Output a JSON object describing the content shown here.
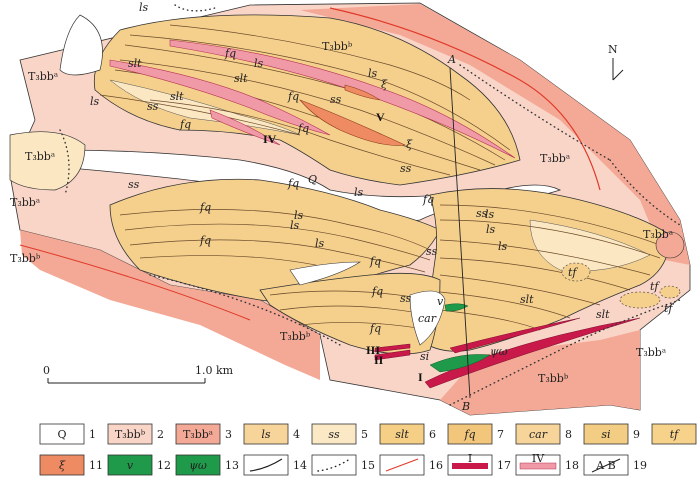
{
  "map": {
    "north": "N",
    "section_start": "A",
    "section_end": "B",
    "scale": {
      "start": "0",
      "end": "1.0 km"
    },
    "labels": [
      {
        "id": "ls-top",
        "text": "ls"
      },
      {
        "id": "t3bbb-top",
        "text": "T₃bbᵇ"
      },
      {
        "id": "t3bba-left-1",
        "text": "T₃bbᵃ"
      },
      {
        "id": "t3bba-left-2",
        "text": "T₃bbᵃ"
      },
      {
        "id": "t3bba-left-3",
        "text": "T₃bbᵃ"
      },
      {
        "id": "t3bba-right-1",
        "text": "T₃bbᵃ"
      },
      {
        "id": "t3bba-right-2",
        "text": "T₃bbᵃ"
      },
      {
        "id": "t3bba-right-3",
        "text": "T₃bbᵃ"
      },
      {
        "id": "t3bbb-left",
        "text": "T₃bbᵇ"
      },
      {
        "id": "t3bbb-bottom",
        "text": "T₃bbᵇ"
      },
      {
        "id": "t3bbb-bottom2",
        "text": "T₃bbᵇ"
      }
    ],
    "unit_labels": [
      "slt",
      "slt",
      "fq",
      "ls",
      "ls",
      "ss",
      "slt",
      "fq",
      "fq",
      "ss",
      "ss",
      "ss",
      "Q",
      "ls",
      "fq",
      "fq",
      "ls",
      "fq",
      "ls",
      "fq",
      "ls",
      "fq",
      "ss",
      "ss",
      "fq",
      "ls",
      "ls",
      "fq",
      "tf",
      "tf",
      "tf",
      "ss",
      "car",
      "v",
      "fq",
      "slt",
      "slt",
      "si",
      "ψω",
      "ξ",
      "ξ",
      "ls",
      "ls"
    ],
    "ore_bodies": [
      "I",
      "II",
      "III",
      "IV",
      "V"
    ]
  },
  "legend": [
    {
      "num": "1",
      "label": "Q",
      "color": "#ffffff",
      "italic": false
    },
    {
      "num": "2",
      "label": "T₃bbᵇ",
      "color": "#f9d5c8",
      "italic": false
    },
    {
      "num": "3",
      "label": "T₃bbᵃ",
      "color": "#f4a996",
      "italic": false
    },
    {
      "num": "4",
      "label": "ls",
      "color": "#f7d49a",
      "italic": true
    },
    {
      "num": "5",
      "label": "ss",
      "color": "#fbe9c6",
      "italic": true
    },
    {
      "num": "6",
      "label": "slt",
      "color": "#f5cf86",
      "italic": true
    },
    {
      "num": "7",
      "label": "fq",
      "color": "#f2c77c",
      "italic": true
    },
    {
      "num": "8",
      "label": "car",
      "color": "#f6d49a",
      "italic": true
    },
    {
      "num": "9",
      "label": "si",
      "color": "#f3cd83",
      "italic": true
    },
    {
      "num": "10",
      "label": "tf",
      "color": "#f6d28a",
      "italic": true
    },
    {
      "num": "11",
      "label": "ξ",
      "color": "#ef8b62",
      "italic": true
    },
    {
      "num": "12",
      "label": "v",
      "color": "#1f9a4a",
      "italic": true
    },
    {
      "num": "13",
      "label": "ψω",
      "color": "#1f9a4a",
      "italic": true
    },
    {
      "num": "14",
      "label": "",
      "color": "#ffffff",
      "italic": false
    },
    {
      "num": "15",
      "label": "",
      "color": "#ffffff",
      "italic": false
    },
    {
      "num": "16",
      "label": "",
      "color": "#ffffff",
      "italic": false
    },
    {
      "num": "17",
      "label": "I",
      "color": "#ffffff",
      "italic": false
    },
    {
      "num": "18",
      "label": "IV",
      "color": "#ffffff",
      "italic": false
    },
    {
      "num": "19",
      "label": "A  B",
      "color": "#ffffff",
      "italic": false
    }
  ],
  "colors": {
    "bbb": "#f9d5c8",
    "bba": "#f4a996",
    "sed": "#f5d08d",
    "sed_light": "#fbe7c2",
    "ore_red": "#c8194a",
    "ore_pink": "#f09aa8",
    "green": "#1f9a4a",
    "fault_red": "#e03a2a",
    "xi": "#ef8b62"
  }
}
